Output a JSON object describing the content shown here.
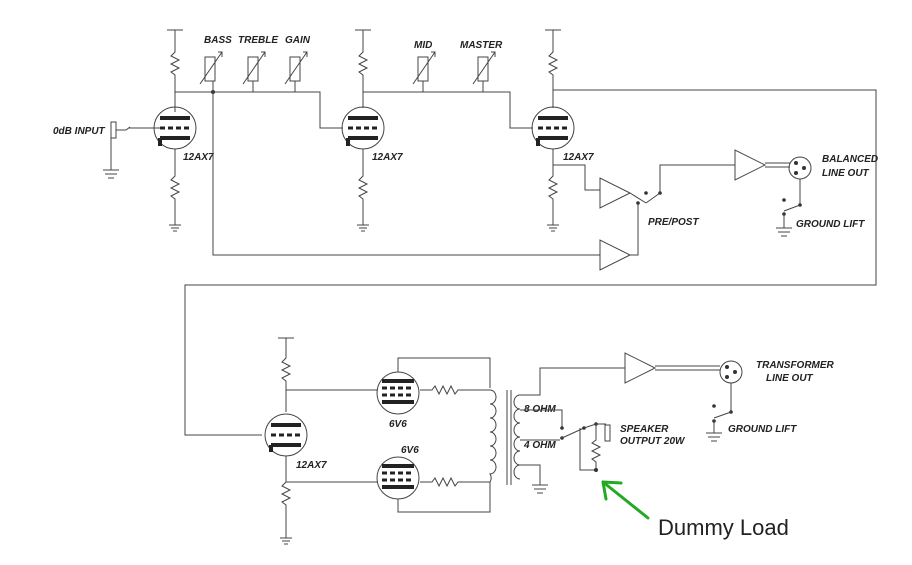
{
  "labels": {
    "bass": "BASS",
    "treble": "TREBLE",
    "gain": "GAIN",
    "mid": "MID",
    "master": "MASTER",
    "input": "0dB INPUT",
    "tube1": "12AX7",
    "tube2": "12AX7",
    "tube3": "12AX7",
    "tube4": "12AX7",
    "power1": "6V6",
    "power2": "6V6",
    "balanced_line1": "BALANCED",
    "balanced_line2": "LINE OUT",
    "ground_lift_top": "GROUND LIFT",
    "pre_post": "PRE/POST",
    "transformer_line1": "TRANSFORMER",
    "transformer_line2": "LINE OUT",
    "ground_lift_bottom": "GROUND LIFT",
    "tap_8": "8 OHM",
    "tap_4": "4 OHM",
    "speaker_line1": "SPEAKER",
    "speaker_line2": "OUTPUT 20W"
  },
  "annotation": {
    "text": "Dummy Load",
    "arrow_color": "#22aa22"
  }
}
